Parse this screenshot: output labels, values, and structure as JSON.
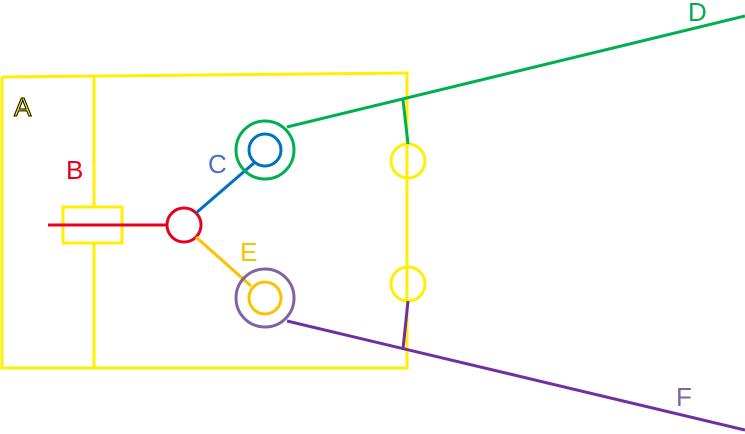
{
  "labels": {
    "a": "A",
    "b": "B",
    "c": "C",
    "d": "D",
    "e": "E",
    "f": "F"
  },
  "colors": {
    "frame": "#ffef00",
    "label_a_outline": "#000000",
    "b": "#e8001c",
    "c_circle": "#0070c0",
    "c_line": "#0070c0",
    "c_label": "#4472c4",
    "d": "#00b050",
    "e": "#ffc000",
    "f_circle": "#8064a2",
    "f_line": "#7030a0",
    "f_label": "#8064a2"
  }
}
